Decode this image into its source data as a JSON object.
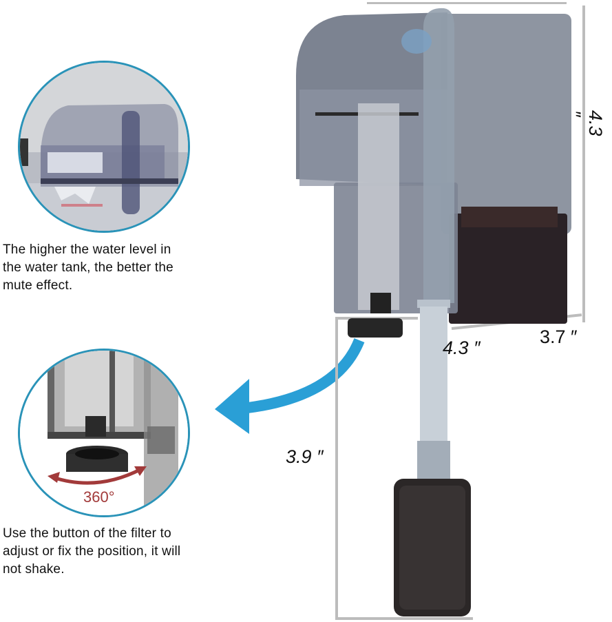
{
  "captions": {
    "top": [
      "The higher the water level in",
      "the water tank, the better the",
      "mute effect."
    ],
    "bottom": [
      "Use the button of the filter to",
      "adjust or fix the position, it will",
      "not shake."
    ]
  },
  "detail_circles": {
    "top": {
      "subject": "filter hanging on tank with water outflow"
    },
    "bottom": {
      "subject": "adjustable leveling knob",
      "rotation_label": "360°"
    }
  },
  "dimensions": {
    "height": "4.3 ″",
    "width": "4.3 ″",
    "depth": "3.7 ″",
    "intake_length": "3.9 ″"
  },
  "colors": {
    "circle_border": "#2a93b8",
    "arrow_blue": "#2a9fd6",
    "rotation_red": "#a23a3a",
    "dimension_lines": "#bcbcbc"
  }
}
